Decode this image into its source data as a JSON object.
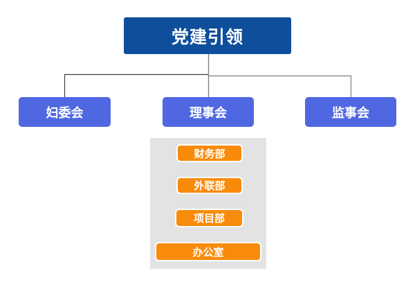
{
  "page": {
    "background_color": "#FFFFFF"
  },
  "org_chart": {
    "root": {
      "label": "党建引领",
      "fill_color": "#0E4E9B",
      "text_color": "#FFFFFF"
    },
    "level2": [
      {
        "label": "妇委会",
        "fill_color": "#4F68E1",
        "text_color": "#FFFFFF"
      },
      {
        "label": "理事会",
        "fill_color": "#4F68E1",
        "text_color": "#FFFFFF"
      },
      {
        "label": "监事会",
        "fill_color": "#4F68E1",
        "text_color": "#FFFFFF"
      }
    ],
    "departments": {
      "panel_color": "#E4E3E3",
      "item_fill_color": "#F98B0C",
      "item_border_color": "#FFFFFF",
      "item_text_color": "#FFFFFF",
      "items": [
        {
          "label": "财务部"
        },
        {
          "label": "外联部"
        },
        {
          "label": "项目部"
        },
        {
          "label": "办公室"
        }
      ]
    },
    "connector_colors": {
      "left_branch": "#3F3F3F",
      "center_and_right_branch": "#7F7F7F"
    }
  }
}
